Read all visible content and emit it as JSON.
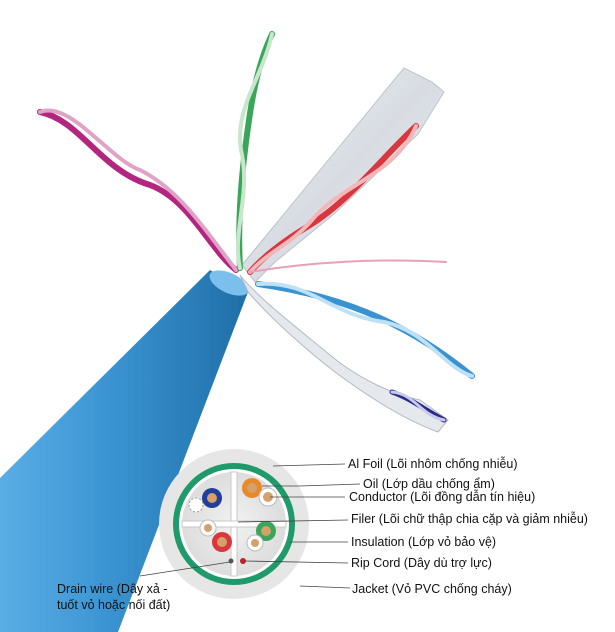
{
  "figure": {
    "labels": {
      "al_foil": "Al Foil (Lõi nhôm chống nhiễu)",
      "oil": "Oil (Lớp dầu chống ẩm)",
      "conductor": "Conductor (Lõi đồng dẫn tín hiệu)",
      "filer": "Filer (Lõi chữ thập chia cặp và giảm nhiễu)",
      "insulation": "Insulation (Lớp vỏ bảo vệ)",
      "rip_cord": "Rip Cord (Dây dù trợ lực)",
      "jacket": "Jacket (Vỏ PVC chống cháy)",
      "drain_wire_line1": "Drain wire (Dây xả -",
      "drain_wire_line2": "tuốt vỏ hoặc nối đất)"
    },
    "colors": {
      "jacket_blue": "#3a93d1",
      "foil_green": "#1f9a6a",
      "pair_magenta": "#b3267f",
      "pair_green": "#3aa65a",
      "pair_red": "#d9363e",
      "pair_blue": "#3a93d1",
      "pair_orange": "#e88a2a",
      "pair_brown": "#7a4a2a",
      "foil_silver": "#d9dde2",
      "leader_line": "#444444"
    }
  }
}
